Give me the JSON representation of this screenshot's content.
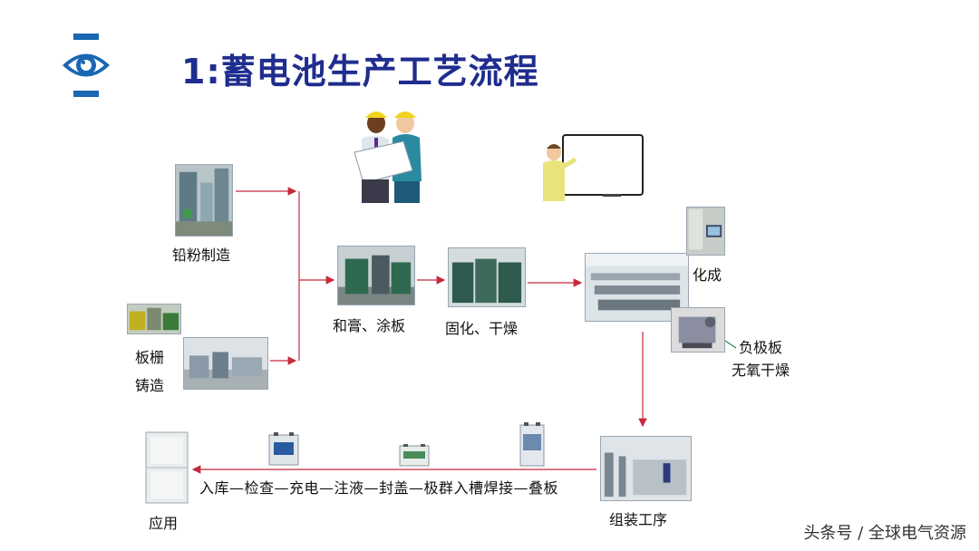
{
  "slide": {
    "title": "1:蓄电池生产工艺流程",
    "watermark": "头条号 / 全球电气资源"
  },
  "process": {
    "lead_powder": "铅粉制造",
    "grid_line1": "板栅",
    "grid_line2": "铸造",
    "paste": "和膏、涂板",
    "curing": "固化、干燥",
    "formation": "化成",
    "neg_line1": "负极板",
    "neg_line2": "无氧干燥",
    "assembly_seq": "入库—检查—充电—注液—封盖—极群入槽焊接—叠板",
    "assembly": "组装工序",
    "application": "应用"
  },
  "colors": {
    "title": "#1f2d8f",
    "arrow": "#c8283c",
    "logo_blue": "#1b66b3"
  }
}
